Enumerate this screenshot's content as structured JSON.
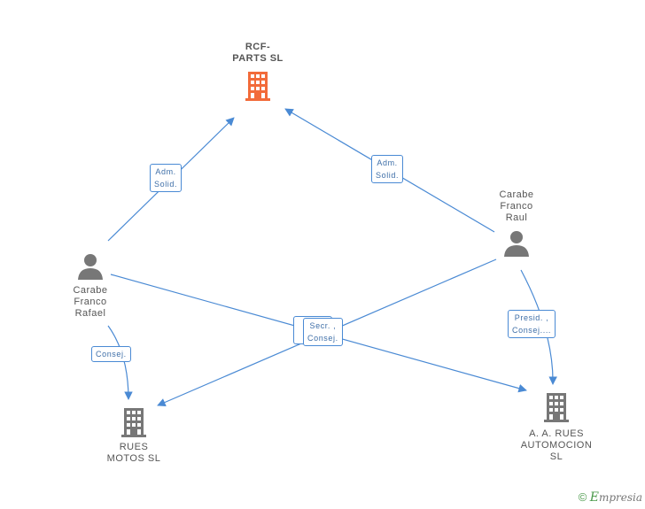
{
  "nodes": {
    "rcf_parts": {
      "label": "RCF-\nPARTS SL",
      "kind": "company",
      "color": "#f26b3a"
    },
    "carabe_raul": {
      "label": "Carabe\nFranco\nRaul",
      "kind": "person",
      "color": "#777777"
    },
    "carabe_rafael": {
      "label": "Carabe\nFranco\nRafael",
      "kind": "person",
      "color": "#777777"
    },
    "rues_motos": {
      "label": "RUES\nMOTOS SL",
      "kind": "company",
      "color": "#777777"
    },
    "rues_automocion": {
      "label": "A.  A. RUES\nAUTOMOCION\nSL",
      "kind": "company",
      "color": "#777777"
    }
  },
  "relations": [
    {
      "label": "Adm.\nSolid.",
      "from": "Carabe Franco Rafael",
      "to": "RCF-PARTS SL"
    },
    {
      "label": "Adm.\nSolid.",
      "from": "Carabe Franco Raul",
      "to": "RCF-PARTS SL"
    },
    {
      "label": "Consej.",
      "from": "Carabe Franco Rafael",
      "to": "RUES MOTOS SL"
    },
    {
      "label": "Presid. ,\nConsej....",
      "from": "Carabe Franco Raul",
      "to": "A. A. RUES AUTOMOCION SL"
    },
    {
      "label": "Secr. ,\nConsej.",
      "from": "Carabe Franco Rafael / Carabe Franco Raul",
      "to": "RUES MOTOS SL / A. A. RUES AUTOMOCION SL"
    }
  ],
  "edge_color": "#4a8ad4",
  "brand": {
    "symbol": "©",
    "first": "E",
    "rest": "mpresia"
  }
}
